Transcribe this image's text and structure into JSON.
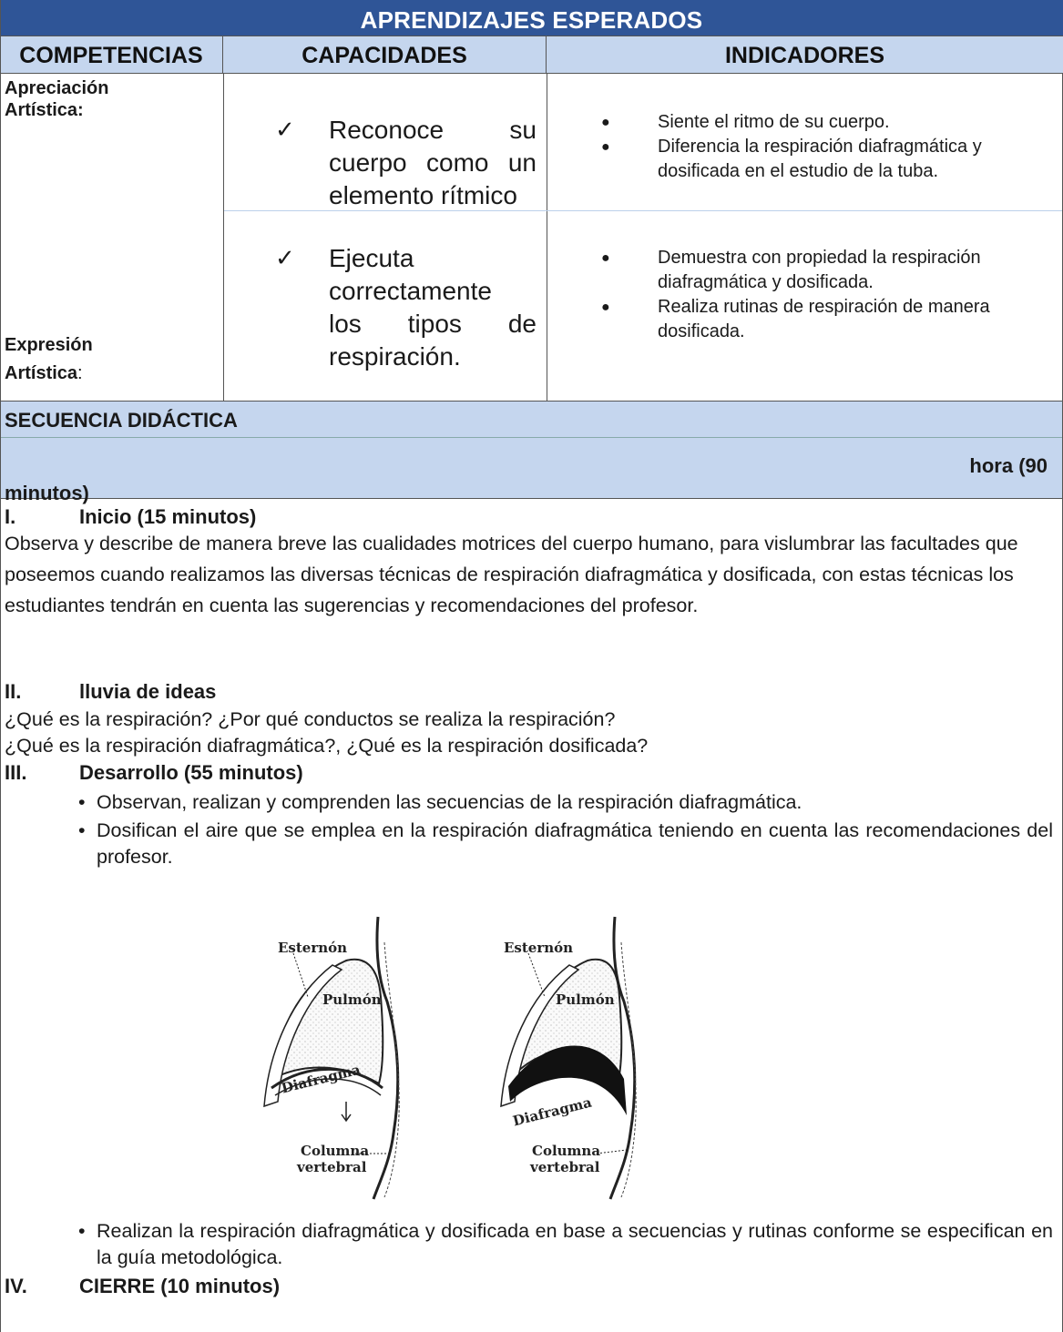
{
  "table": {
    "title": "APRENDIZAJES ESPERADOS",
    "headers": [
      "COMPETENCIAS",
      "CAPACIDADES",
      "INDICADORES"
    ],
    "competencias": {
      "first_line1": "Apreciación",
      "first_line2": "Artística:",
      "second_line1": "Expresión",
      "second_line2": "Artística",
      "second_suffix": ":"
    },
    "check_glyph": "✓",
    "capacidades": [
      {
        "lines": [
          "Reconoce su",
          "cuerpo como un",
          "elemento rítmico"
        ]
      },
      {
        "lines": [
          "Ejecuta",
          "correctamente",
          "los tipos de",
          "respiración."
        ]
      }
    ],
    "indicadores": [
      {
        "items": [
          "Siente el ritmo de su cuerpo.",
          "Diferencia la respiración diafragmática y dosificada en el estudio de la tuba."
        ]
      },
      {
        "items": [
          "Demuestra con propiedad la respiración diafragmática y dosificada.",
          "Realiza rutinas de respiración de manera dosificada."
        ]
      }
    ]
  },
  "secuencia": {
    "title": "SECUENCIA DIDÁCTICA",
    "time_right": "hora (90",
    "time_left": "minutos)",
    "sections": [
      {
        "num": "I.",
        "title": "Inicio (15 minutos)"
      },
      {
        "num": "II.",
        "title": "lluvia de ideas"
      },
      {
        "num": "III.",
        "title": "Desarrollo (55 minutos)"
      },
      {
        "num": "IV.",
        "title": "CIERRE (10 minutos)"
      }
    ],
    "inicio_paragraph": "Observa y describe de manera breve las cualidades motrices del cuerpo humano, para vislumbrar las facultades que poseemos cuando realizamos las diversas técnicas de respiración diafragmática y dosificada, con estas técnicas los estudiantes tendrán en cuenta las sugerencias y recomendaciones del profesor.",
    "questions": [
      "¿Qué es la respiración? ¿Por qué conductos se realiza la respiración?",
      "¿Qué es la respiración diafragmática?, ¿Qué es la respiración dosificada?"
    ],
    "desarrollo_bullets": [
      "Observan, realizan y comprenden las secuencias de la respiración diafragmática.",
      "Dosifican el aire que se emplea en la respiración diafragmática teniendo en cuenta las recomendaciones del profesor."
    ],
    "after_figure_bullet": "Realizan la respiración diafragmática y dosificada en base a secuencias y rutinas conforme se especifican en la guía metodológica."
  },
  "figure": {
    "left": {
      "esternon": "Esternón",
      "pulmon": "Pulmón",
      "diafragma": "Diafragma",
      "columna": "Columna",
      "vertebral": "vertebral"
    },
    "right": {
      "esternon": "Esternón",
      "pulmon": "Pulmón",
      "diafragma": "Diafragma",
      "columna": "Columna",
      "vertebral": "vertebral"
    }
  }
}
